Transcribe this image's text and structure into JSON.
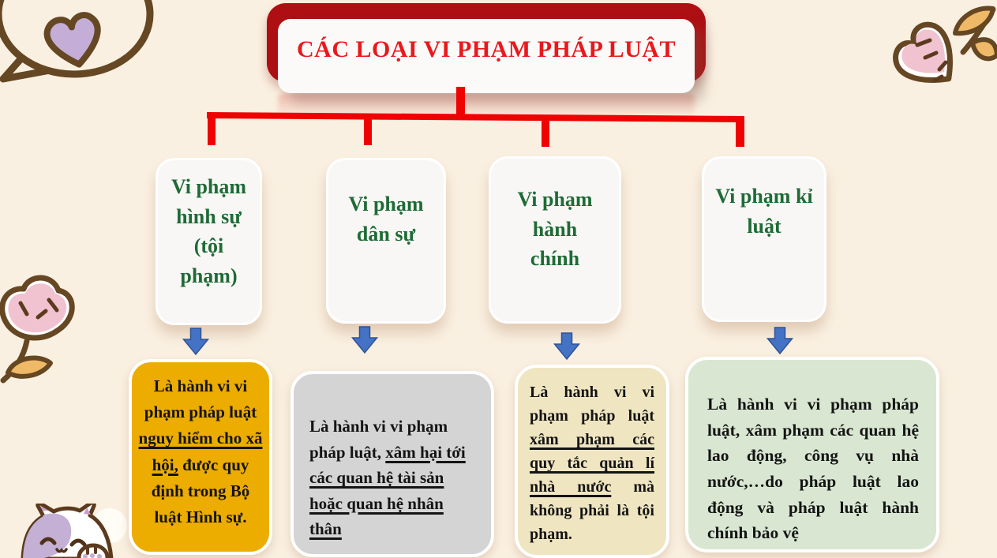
{
  "title": {
    "text": "CÁC LOẠI VI PHẠM PHÁP LUẬT"
  },
  "categories": [
    {
      "label": "Vi phạm hình sự (tội phạm)"
    },
    {
      "label": "Vi phạm dân sự"
    },
    {
      "label": "Vi phạm hành chính"
    },
    {
      "label": "Vi phạm kỉ luật"
    }
  ],
  "descriptions": [
    {
      "pre": "Là hành vi vi phạm pháp luật ",
      "underlined": "nguy hiểm cho xã hội,",
      "post": " được quy định trong Bộ luật Hình sự.",
      "bg": "#EDAC00"
    },
    {
      "pre": "Là hành vi vi phạm pháp luật, ",
      "underlined": "xâm hại tới các quan hệ tài sản hoặc quan hệ nhân thân",
      "post": "",
      "bg": "#D4D4D4"
    },
    {
      "pre": "Là hành vi vi phạm pháp luật ",
      "underlined": "xâm phạm các quy tắc quản lí nhà nước",
      "post": " mà không phải là tội phạm.",
      "bg": "#EFE5C1"
    },
    {
      "pre": "Là hành vi vi phạm pháp luật, xâm phạm các quan hệ lao động, công vụ nhà nước,…do pháp luật lao động và pháp luật hành chính bảo vệ",
      "underlined": "",
      "post": "",
      "bg": "#D9E7D2"
    }
  ],
  "decorations": [
    "speech-bubble-with-heart",
    "flower-top-right",
    "flower-left",
    "cat-peeking",
    "thought-dot"
  ],
  "colors": {
    "background": "#FAF0E1",
    "banner_red": "#AE0F12",
    "title_red": "#E8191C",
    "connector_red": "#EE0202",
    "category_green": "#1E6B36",
    "arrow_blue": "#4472C4",
    "arrow_blue_border": "#2E5395",
    "outline_brown": "#654723",
    "heart_purple": "#C4AED7",
    "flower_pink": "#F1C3D0",
    "leaf_orange": "#EFB968",
    "desc_gold": "#EDAC00",
    "desc_gray": "#D4D4D4",
    "desc_cream": "#EFE5C1",
    "desc_green": "#D9E7D2"
  }
}
